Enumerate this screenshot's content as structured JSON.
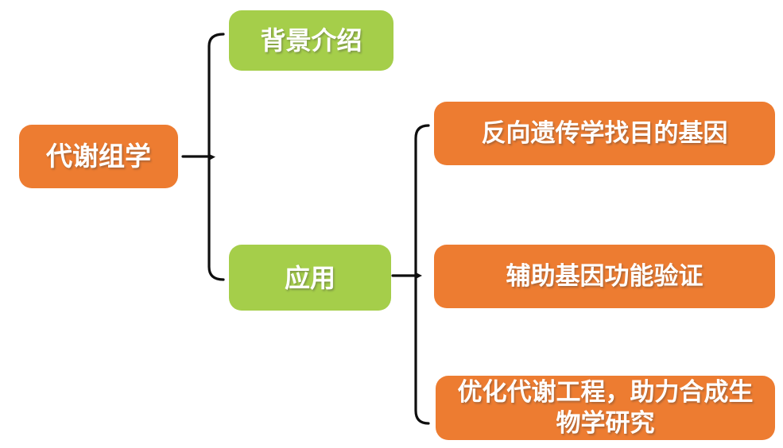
{
  "canvas": {
    "background": "#ffffff"
  },
  "colors": {
    "node_orange": "#ED7C31",
    "node_green": "#A5CE4A",
    "connector": "#0f0f0f",
    "text": "#ffffff"
  },
  "mindmap": {
    "root": {
      "label": "代谢组学"
    },
    "branches": [
      {
        "label": "背景介绍",
        "children": []
      },
      {
        "label": "应用",
        "children": [
          {
            "label": "反向遗传学找目的基因"
          },
          {
            "label": "辅助基因功能验证"
          },
          {
            "label": "优化代谢工程，助力合成生\n物学研究"
          }
        ]
      }
    ]
  }
}
